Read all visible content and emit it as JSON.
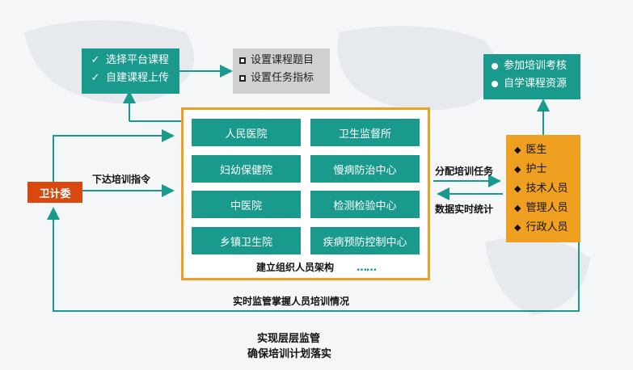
{
  "platform_box": {
    "items": [
      {
        "icon": "check-icon",
        "label": "选择平台课程"
      },
      {
        "icon": "check-icon",
        "label": "自建课程上传"
      }
    ]
  },
  "config_box": {
    "items": [
      {
        "icon": "checkbox-icon",
        "label": "设置课程题目"
      },
      {
        "icon": "checkbox-icon",
        "label": "设置任务指标"
      }
    ]
  },
  "trainee_box": {
    "items": [
      {
        "icon": "bullet-icon",
        "label": "参加培训考核"
      },
      {
        "icon": "bullet-icon",
        "label": "自学课程资源"
      }
    ]
  },
  "org": {
    "cells": [
      {
        "label": "人民医院"
      },
      {
        "label": "卫生监督所"
      },
      {
        "label": "妇幼保健院"
      },
      {
        "label": "慢病防治中心"
      },
      {
        "label": "中医院"
      },
      {
        "label": "检测检验中心"
      },
      {
        "label": "乡镇卫生院"
      },
      {
        "label": "疾病预防控制中心"
      }
    ],
    "caption": "建立组织人员架构",
    "ellipsis": "……"
  },
  "authority": {
    "label": "卫计委"
  },
  "staff": {
    "items": [
      {
        "icon": "diamond-icon",
        "label": "医生"
      },
      {
        "icon": "diamond-icon",
        "label": "护士"
      },
      {
        "icon": "diamond-icon",
        "label": "技术人员"
      },
      {
        "icon": "diamond-icon",
        "label": "管理人员"
      },
      {
        "icon": "diamond-icon",
        "label": "行政人员"
      }
    ]
  },
  "labels": {
    "issue_instruction": "下达培训指令",
    "assign_task": "分配培训任务",
    "realtime_stats": "数据实时统计",
    "realtime_supervise": "实时监管掌握人员培训情况",
    "bottom_line1": "实现层层监管",
    "bottom_line2": "确保培训计划落实"
  },
  "colors": {
    "teal": "#1a9a8c",
    "orange": "#f0a020",
    "red": "#d9480f",
    "gray": "#d0d0d0",
    "arrow": "#1a9a8c"
  }
}
